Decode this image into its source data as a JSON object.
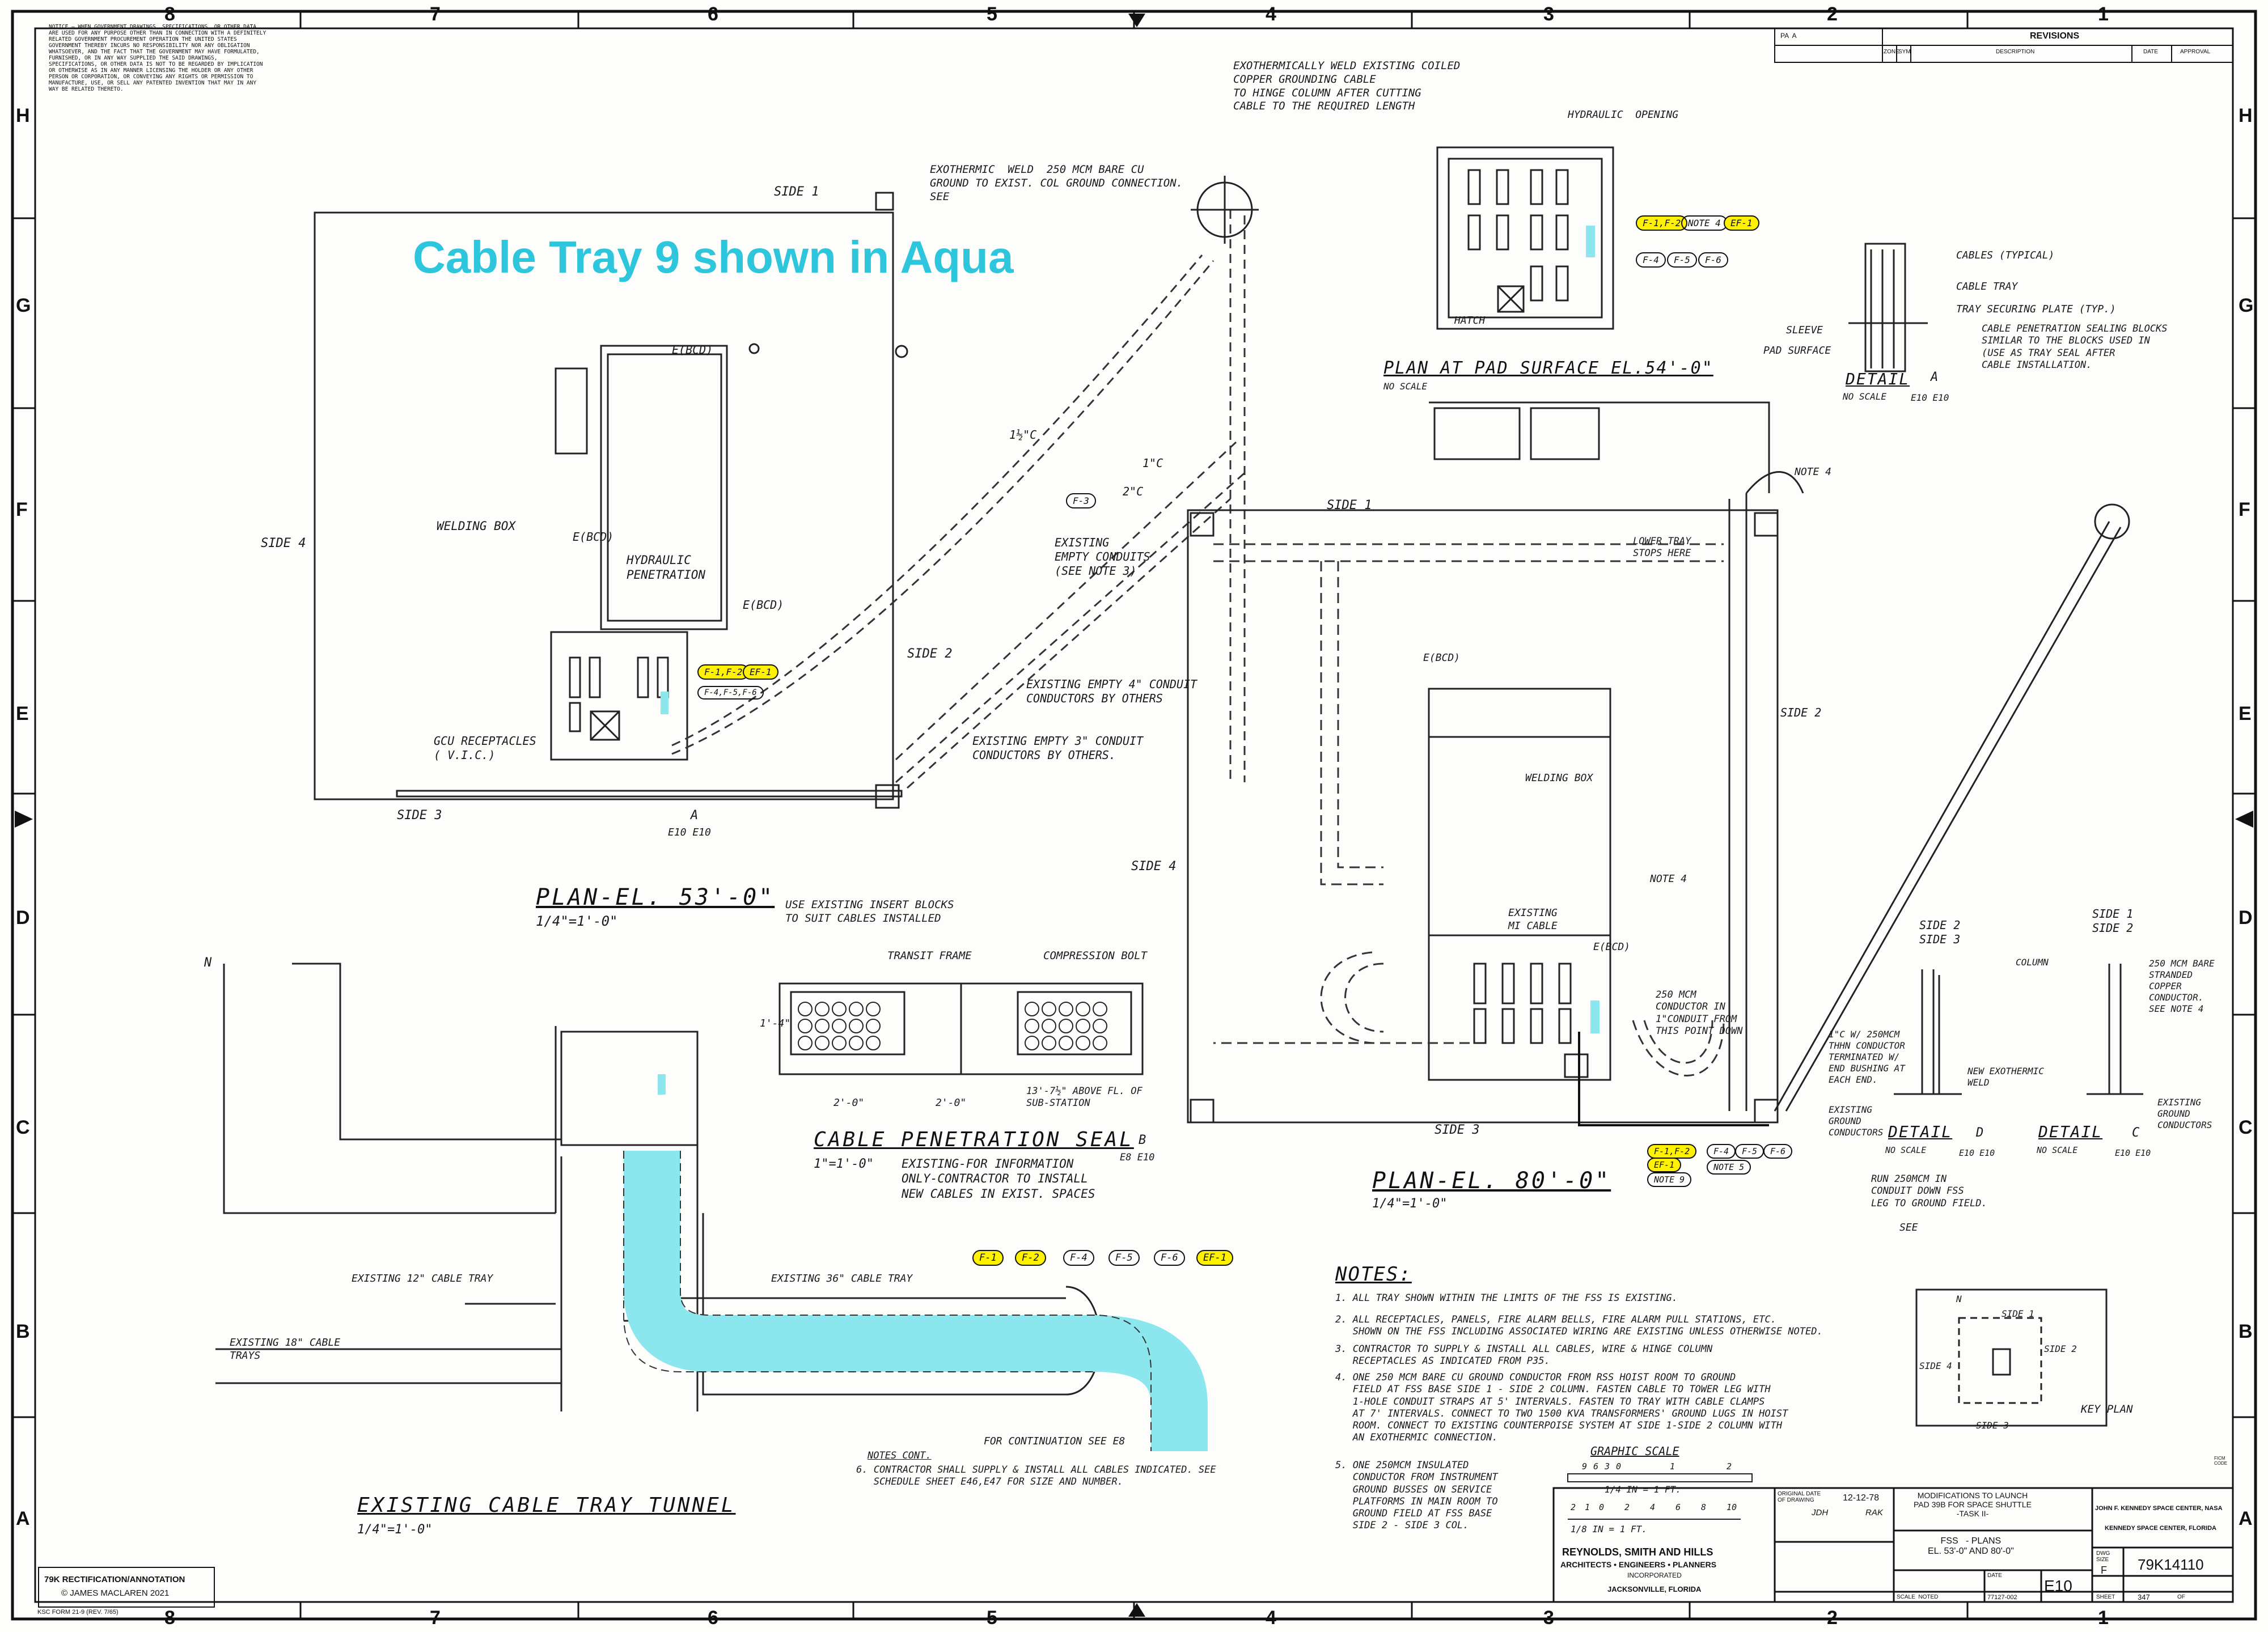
{
  "banner": "Cable Tray 9 shown in Aqua",
  "notice": "NOTICE — WHEN GOVERNMENT DRAWINGS, SPECIFICATIONS, OR OTHER DATA ARE USED FOR ANY PURPOSE OTHER THAN IN CONNECTION WITH A DEFINITELY RELATED GOVERNMENT PROCUREMENT OPERATION THE UNITED STATES GOVERNMENT THEREBY INCURS NO RESPONSIBILITY NOR ANY OBLIGATION WHATSOEVER, AND THE FACT THAT THE GOVERNMENT MAY HAVE FORMULATED, FURNISHED, OR IN ANY WAY SUPPLIED THE SAID DRAWINGS, SPECIFICATIONS, OR OTHER DATA IS NOT TO BE REGARDED BY IMPLICATION OR OTHERWISE AS IN ANY MANNER LICENSING THE HOLDER OR ANY OTHER PERSON OR CORPORATION, OR CONVEYING ANY RIGHTS OR PERMISSION TO MANUFACTURE, USE, OR SELL ANY PATENTED INVENTION THAT MAY IN ANY WAY BE RELATED THERETO.",
  "border": {
    "columns": [
      "8",
      "7",
      "6",
      "5",
      "4",
      "3",
      "2",
      "1"
    ],
    "rows": [
      "H",
      "G",
      "F",
      "E",
      "D",
      "C",
      "B",
      "A"
    ]
  },
  "revisions": {
    "title": "REVISIONS",
    "headers": [
      "ZONE",
      "SYM",
      "DESCRIPTION",
      "DATE",
      "APPROVAL"
    ],
    "corner": "PA  A"
  },
  "plan53": {
    "title": "PLAN-EL. 53'-0\"",
    "scale": "1/4\"=1'-0\"",
    "side1": "SIDE 1",
    "side2": "SIDE 2",
    "side3": "SIDE 3",
    "side4": "SIDE 4",
    "welding_box": "WELDING BOX",
    "hydraulic": "HYDRAULIC\nPENETRATION",
    "gcu": "GCU RECEPTACLES\n( V.I.C.)",
    "exo_weld": "EXOTHERMIC  WELD  250 MCM BARE CU\nGROUND TO EXIST. COL GROUND CONNECTION.\nSEE",
    "exo_coil": "EXOTHERMICALLY WELD EXISTING COILED\nCOPPER GROUNDING CABLE\nTO HINGE COLUMN AFTER CUTTING\nCABLE TO THE REQUIRED LENGTH",
    "existing_empty": "EXISTING\nEMPTY CONDUITS\n(SEE NOTE 3)",
    "empty4": "EXISTING EMPTY 4\" CONDUIT\nCONDUCTORS BY OTHERS",
    "empty3": "EXISTING EMPTY 3\" CONDUIT\nCONDUCTORS BY OTHERS.",
    "c15": "1½\"C",
    "c1": "1\"C",
    "c2": "2\"C",
    "f3": "F-3",
    "ebcd": "E(BCD)",
    "tags": [
      "F-1,F-2",
      "EF-1",
      "F-4,F-5,F-6"
    ],
    "ref_a": "A",
    "ref_e10": "E10 E10"
  },
  "plan54": {
    "title": "PLAN AT PAD SURFACE EL.54'-0\"",
    "scale": "NO SCALE",
    "hydraulic_opening": "HYDRAULIC  OPENING",
    "hatch": "HATCH",
    "tags": [
      "F-1,F-2",
      "NOTE 4",
      "EF-1",
      "F-4",
      "F-5",
      "F-6"
    ]
  },
  "detailA": {
    "title": "DETAIL",
    "letter": "A",
    "scale": "NO SCALE",
    "sheets": "E10 E10",
    "cables": "CABLES (TYPICAL)",
    "tray": "CABLE TRAY",
    "plate": "TRAY SECURING PLATE (TYP.)",
    "sleeve": "SLEEVE",
    "pad": "PAD SURFACE",
    "sealing": "CABLE PENETRATION SEALING BLOCKS\nSIMILAR TO THE BLOCKS USED IN\n(USE AS TRAY SEAL AFTER\nCABLE INSTALLATION."
  },
  "plan80": {
    "title": "PLAN-EL. 80'-0\"",
    "scale": "1/4\"=1'-0\"",
    "side1": "SIDE 1",
    "side2": "SIDE 2",
    "side3": "SIDE 3",
    "side4": "SIDE 4",
    "note4": "NOTE 4",
    "lower_tray": "LOWER TRAY\nSTOPS HERE",
    "welding_box": "WELDING BOX",
    "existing_mi": "EXISTING\nMI CABLE",
    "cond250": "250 MCM\nCONDUCTOR IN\n1\"CONDUIT FROM\nTHIS POINT DOWN",
    "run250": "RUN 250MCM IN\nCONDUIT DOWN FSS\nLEG TO GROUND FIELD.",
    "see": "SEE",
    "ebcd": "E(BCD)",
    "tags": [
      "F-1,F-2",
      "EF-1",
      "NOTE 9",
      "F-4",
      "F-5",
      "F-6",
      "NOTE 5"
    ]
  },
  "seal": {
    "title": "CABLE  PENETRATION  SEAL",
    "scale": "1\"=1'-0\"",
    "insert": "USE EXISTING INSERT BLOCKS\nTO SUIT CABLES INSTALLED",
    "transit": "TRANSIT FRAME",
    "compression": "COMPRESSION BOLT",
    "existing": "EXISTING-FOR INFORMATION\nONLY-CONTRACTOR TO INSTALL\nNEW CABLES IN EXIST. SPACES",
    "substation": "13'-7½\" ABOVE FL. OF\nSUB-STATION",
    "dim1": "2'-0\"",
    "dim2": "2'-0\"",
    "dim3": "1'-4\"",
    "ref": "B",
    "sheets": "E8 E10"
  },
  "tunnel": {
    "title": "EXISTING  CABLE TRAY  TUNNEL",
    "scale": "1/4\"=1'-0\"",
    "tray12": "EXISTING 12\" CABLE TRAY",
    "tray36": "EXISTING 36\" CABLE TRAY",
    "tray18": "EXISTING 18\" CABLE\nTRAYS",
    "continuation": "FOR CONTINUATION SEE E8",
    "north": "N",
    "tags": [
      "F-1",
      "F-2",
      "F-4",
      "F-5",
      "F-6",
      "EF-1"
    ]
  },
  "details": {
    "d_side_a": "SIDE 2\nSIDE 3",
    "d_side_b": "SIDE 1\nSIDE 2",
    "column": "COLUMN",
    "bare250": "250 MCM BARE\nSTRANDED\nCOPPER\nCONDUCTOR.\nSEE NOTE 4",
    "thhn": "1\"C W/ 250MCM\nTHHN CONDUCTOR\nTERMINATED W/\nEND BUSHING AT\nEACH END.",
    "exist_ground": "EXISTING\nGROUND\nCONDUCTORS",
    "exist_ground2": "EXISTING\nGROUND\nCONDUCTORS",
    "new_weld": "NEW EXOTHERMIC\nWELD",
    "detail_d": "DETAIL",
    "detail_d_letter": "D",
    "detail_c": "DETAIL",
    "detail_c_letter": "C",
    "no_scale": "NO SCALE",
    "sheets": "E10 E10"
  },
  "notes": {
    "heading": "NOTES:",
    "items": [
      "1. ALL TRAY SHOWN WITHIN THE LIMITS OF THE FSS IS EXISTING.",
      "2. ALL RECEPTACLES, PANELS, FIRE ALARM BELLS, FIRE ALARM PULL STATIONS, ETC.\n   SHOWN ON THE FSS INCLUDING ASSOCIATED WIRING ARE EXISTING UNLESS OTHERWISE NOTED.",
      "3. CONTRACTOR TO SUPPLY & INSTALL ALL CABLES, WIRE & HINGE COLUMN\n   RECEPTACLES AS INDICATED FROM P35.",
      "4. ONE 250 MCM BARE CU GROUND CONDUCTOR FROM RSS HOIST ROOM TO GROUND\n   FIELD AT FSS BASE SIDE 1 - SIDE 2 COLUMN. FASTEN CABLE TO TOWER LEG WITH\n   1-HOLE CONDUIT STRAPS AT 5' INTERVALS. FASTEN TO TRAY WITH CABLE CLAMPS\n   AT 7' INTERVALS. CONNECT TO TWO 1500 KVA TRANSFORMERS' GROUND LUGS IN HOIST\n   ROOM. CONNECT TO EXISTING COUNTERPOISE SYSTEM AT SIDE 1-SIDE 2 COLUMN WITH\n   AN EXOTHERMIC CONNECTION.",
      "5. ONE 250MCM INSULATED\n   CONDUCTOR FROM INSTRUMENT\n   GROUND BUSSES ON SERVICE\n   PLATFORMS IN MAIN ROOM TO\n   GROUND FIELD AT FSS BASE\n   SIDE 2 - SIDE 3 COL."
    ],
    "cont_heading": "NOTES CONT.",
    "note6": "6. CONTRACTOR SHALL SUPPLY & INSTALL ALL CABLES INDICATED. SEE\n   SCHEDULE SHEET E46,E47 FOR SIZE AND NUMBER."
  },
  "graphic_scale": {
    "title": "GRAPHIC SCALE",
    "top": "1/4 IN = 1 FT.",
    "bottom": "1/8 IN = 1 FT.",
    "ticks_top": [
      "9",
      "6",
      "3",
      "0",
      "1",
      "2"
    ],
    "ticks_bottom": [
      "2",
      "1",
      "0",
      "2",
      "4",
      "6",
      "8",
      "10"
    ]
  },
  "key_plan": {
    "title": "KEY PLAN",
    "side1": "SIDE 1",
    "side2": "SIDE 2",
    "side3": "SIDE 3",
    "side4": "SIDE 4",
    "north": "N"
  },
  "title_block": {
    "firm": "REYNOLDS, SMITH AND HILLS",
    "firm_sub": "ARCHITECTS • ENGINEERS • PLANNERS",
    "firm_inc": "INCORPORATED",
    "firm_city": "JACKSONVILLE, FLORIDA",
    "orig_date_label": "ORIGINAL DATE\nOF DRAWING",
    "orig_date": "12-12-78",
    "drafted": "JDH",
    "checked": "RAK",
    "mods": "MODIFICATIONS TO LAUNCH\nPAD 39B FOR SPACE SHUTTLE\n-TASK II-",
    "sheet_title": "FSS   - PLANS\nEL. 53'-0\" AND 80'-0\"",
    "agency": "JOHN F. KENNEDY SPACE CENTER, NASA",
    "agency2": "KENNEDY SPACE CENTER, FLORIDA",
    "dwg_size": "F",
    "dwg_no": "79K14110",
    "sheet_code": "E10",
    "scale": "SCALE  NOTED",
    "job": "77127-002",
    "sheet_no": "347",
    "of": "OF",
    "date_label": "DATE",
    "dwg_label": "DWG\nSIZE",
    "sheet_label": "SHEET",
    "ficm": "FICM\nCODE"
  },
  "rectification": {
    "line1": "79K RECTIFICATION/ANNOTATION",
    "line2": "© JAMES MACLAREN 2021"
  },
  "ksc_form": "KSC FORM 21-9 (REV. 7/65)",
  "colors": {
    "aqua": "#8ce6ee",
    "banner": "#2ec6dc",
    "highlight": "#fff200",
    "ink": "#111111"
  }
}
